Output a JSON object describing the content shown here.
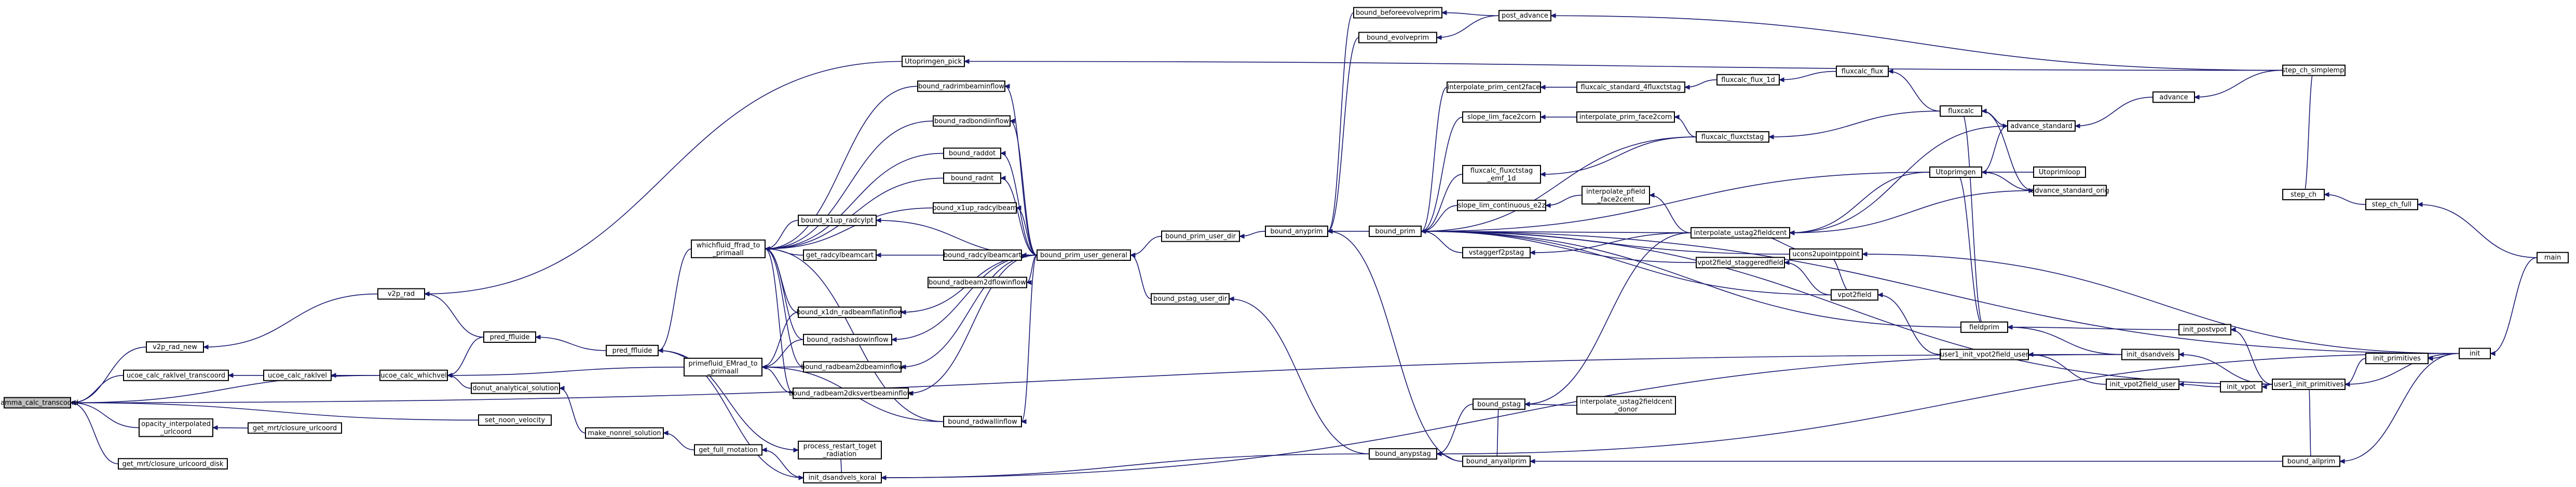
{
  "graph": {
    "root": "gamma_calc_transcoord",
    "style": {
      "edge_color": "#191970",
      "node_fill": "#ffffff",
      "root_fill": "#bfbfbf",
      "border": "#000000"
    },
    "nodes": [
      {
        "id": "gamma_calc_transcoord",
        "lines": [
          "gamma_calc_transcoord"
        ]
      },
      {
        "id": "v2p_rad_new",
        "lines": [
          "v2p_rad_new"
        ]
      },
      {
        "id": "ucoe_calc_raklvel_transcoord",
        "lines": [
          "ucoe_calc_raklvel_transcoord"
        ]
      },
      {
        "id": "opacity_interpolated_urlcoord",
        "lines": [
          "opacity_interpolated",
          "_urlcoord"
        ]
      },
      {
        "id": "get_mrt_closure_urlcoord",
        "lines": [
          "get_mrt/closure_urlcoord"
        ]
      },
      {
        "id": "get_mrt_closure_urlcoord_disk",
        "lines": [
          "get_mrt/closure_urlcoord_disk"
        ]
      },
      {
        "id": "ucoe_calc_raklvel",
        "lines": [
          "ucoe_calc_raklvel"
        ]
      },
      {
        "id": "ucoe_calc_whichvel",
        "lines": [
          "ucoe_calc_whichvel"
        ]
      },
      {
        "id": "v2p_rad",
        "lines": [
          "v2p_rad"
        ]
      },
      {
        "id": "Utoprimgen_pick",
        "lines": [
          "Utoprimgen_pick"
        ]
      },
      {
        "id": "pred_ffluide",
        "lines": [
          "pred_ffluide"
        ]
      },
      {
        "id": "donut_analytical_solution",
        "lines": [
          "donut_analytical_solution"
        ]
      },
      {
        "id": "set_noon_velocity",
        "lines": [
          "set_noon_velocity"
        ]
      },
      {
        "id": "whichfluid_ffrad_to_primaall",
        "lines": [
          "whichfluid_ffrad_to",
          "_primaall"
        ]
      },
      {
        "id": "primefluid_EMrad_to_primaall",
        "lines": [
          "primefluid_EMrad_to",
          "_primaall"
        ]
      },
      {
        "id": "pred_ffluide2",
        "lines": [
          "pred_ffluide"
        ]
      },
      {
        "id": "make_nonrel_solution",
        "lines": [
          "make_nonrel_solution"
        ]
      },
      {
        "id": "get_full_rnotation",
        "lines": [
          "get_full_rnotation"
        ]
      },
      {
        "id": "process_restart_toget_radiation",
        "lines": [
          "process_restart_toget",
          "_radiation"
        ]
      },
      {
        "id": "init_dsandvels_koral",
        "lines": [
          "init_dsandvels_koral"
        ]
      },
      {
        "id": "bound_radrimbeaminflow",
        "lines": [
          "bound_radrimbeaminflow"
        ]
      },
      {
        "id": "bound_radbondiinflow",
        "lines": [
          "bound_radbondiinflow"
        ]
      },
      {
        "id": "bound_raddot",
        "lines": [
          "bound_raddot"
        ]
      },
      {
        "id": "bound_radnt",
        "lines": [
          "bound_radnt"
        ]
      },
      {
        "id": "bound_x1up_radcylbeam",
        "lines": [
          "bound_x1up_radcylbeam"
        ]
      },
      {
        "id": "bound_x1up_radcylpt",
        "lines": [
          "bound_x1up_radcylpt"
        ]
      },
      {
        "id": "get_radcylbeamcart",
        "lines": [
          "get_radcylbeamcart"
        ]
      },
      {
        "id": "bound_radcylbeamcart",
        "lines": [
          "bound_radcylbeamcart"
        ]
      },
      {
        "id": "bound_radbeam2dflowinflow",
        "lines": [
          "bound_radbeam2dflowinflow"
        ]
      },
      {
        "id": "bound_x1dn_radbeamflatinflow",
        "lines": [
          "bound_x1dn_radbeamflatinflow"
        ]
      },
      {
        "id": "bound_radshadowinflow",
        "lines": [
          "bound_radshadowinflow"
        ]
      },
      {
        "id": "bound_radbeam2dbeaminflow",
        "lines": [
          "bound_radbeam2dbeaminflow"
        ]
      },
      {
        "id": "bound_radbeam2dksvertbeaminflow",
        "lines": [
          "bound_radbeam2dksvertbeaminflow"
        ]
      },
      {
        "id": "bound_radwallinflow",
        "lines": [
          "bound_radwallinflow"
        ]
      },
      {
        "id": "bound_prim_user_general",
        "lines": [
          "bound_prim_user_general"
        ]
      },
      {
        "id": "bound_prim_user_dir",
        "lines": [
          "bound_prim_user_dir"
        ]
      },
      {
        "id": "bound_pstag_user_dir",
        "lines": [
          "bound_pstag_user_dir"
        ]
      },
      {
        "id": "bound_beforeevolveprim",
        "lines": [
          "bound_beforeevolveprim"
        ]
      },
      {
        "id": "bound_evolveprim",
        "lines": [
          "bound_evolveprim"
        ]
      },
      {
        "id": "bound_anyprim",
        "lines": [
          "bound_anyprim"
        ]
      },
      {
        "id": "bound_prim",
        "lines": [
          "bound_prim"
        ]
      },
      {
        "id": "post_advance",
        "lines": [
          "post_advance"
        ]
      },
      {
        "id": "interpolate_prim_cent2face",
        "lines": [
          "interpolate_prim_cent2face"
        ]
      },
      {
        "id": "slope_lim_face2corn",
        "lines": [
          "slope_lim_face2corn"
        ]
      },
      {
        "id": "fluxcalc_fluxctstag_emf_1d",
        "lines": [
          "fluxcalc_fluxctstag",
          "_emf_1d"
        ]
      },
      {
        "id": "slope_lim_continuous_e2z",
        "lines": [
          "slope_lim_continuous_e2z"
        ]
      },
      {
        "id": "vstaggerf2pstag",
        "lines": [
          "vstaggerf2pstag"
        ]
      },
      {
        "id": "fluxcalc_standard_4fluxctstag",
        "lines": [
          "fluxcalc_standard_4fluxctstag"
        ]
      },
      {
        "id": "interpolate_prim_face2corn",
        "lines": [
          "interpolate_prim_face2corn"
        ]
      },
      {
        "id": "interpolate_pfield_face2cent",
        "lines": [
          "interpolate_pfield",
          "_face2cent"
        ]
      },
      {
        "id": "interpolate_ustag2fieldcent",
        "lines": [
          "interpolate_ustag2fieldcent"
        ]
      },
      {
        "id": "vpot2field_staggeredfield",
        "lines": [
          "vpot2field_staggeredfield"
        ]
      },
      {
        "id": "fluxcalc_flux_1d",
        "lines": [
          "fluxcalc_flux_1d"
        ]
      },
      {
        "id": "fluxcalc_flux",
        "lines": [
          "fluxcalc_flux"
        ]
      },
      {
        "id": "fluxcalc_fluxctstag",
        "lines": [
          "fluxcalc_fluxctstag"
        ]
      },
      {
        "id": "fluxcalc",
        "lines": [
          "fluxcalc"
        ]
      },
      {
        "id": "advance_standard",
        "lines": [
          "advance_standard"
        ]
      },
      {
        "id": "advance",
        "lines": [
          "advance"
        ]
      },
      {
        "id": "step_ch_simplempi",
        "lines": [
          "step_ch_simplempi"
        ]
      },
      {
        "id": "Utoprimgen",
        "lines": [
          "Utoprimgen"
        ]
      },
      {
        "id": "Utoprimloop",
        "lines": [
          "Utoprimloop"
        ]
      },
      {
        "id": "advance_standard_orig",
        "lines": [
          "advance_standard_orig"
        ]
      },
      {
        "id": "ucons2upointppoint",
        "lines": [
          "ucons2upointppoint"
        ]
      },
      {
        "id": "vpot2field",
        "lines": [
          "vpot2field"
        ]
      },
      {
        "id": "fieldprim",
        "lines": [
          "fieldprim"
        ]
      },
      {
        "id": "user1_init_vpot2field_user",
        "lines": [
          "user1_init_vpot2field_user"
        ]
      },
      {
        "id": "init_vpot2field_user",
        "lines": [
          "init_vpot2field_user"
        ]
      },
      {
        "id": "init_dsandvels",
        "lines": [
          "init_dsandvels"
        ]
      },
      {
        "id": "init_postvpot",
        "lines": [
          "init_postvpot"
        ]
      },
      {
        "id": "init_vpot",
        "lines": [
          "init_vpot"
        ]
      },
      {
        "id": "user1_init_primitives",
        "lines": [
          "user1_init_primitives"
        ]
      },
      {
        "id": "init_primitives",
        "lines": [
          "init_primitives"
        ]
      },
      {
        "id": "init",
        "lines": [
          "init"
        ]
      },
      {
        "id": "main",
        "lines": [
          "main"
        ]
      },
      {
        "id": "step_ch",
        "lines": [
          "step_ch"
        ]
      },
      {
        "id": "step_ch_full",
        "lines": [
          "step_ch_full"
        ]
      },
      {
        "id": "bound_pstag",
        "lines": [
          "bound_pstag"
        ]
      },
      {
        "id": "interpolate_ustag2fieldcent_donor",
        "lines": [
          "interpolate_ustag2fieldcent",
          "_donor"
        ]
      },
      {
        "id": "bound_anypstag",
        "lines": [
          "bound_anypstag"
        ]
      },
      {
        "id": "bound_anyallprim",
        "lines": [
          "bound_anyallprim"
        ]
      },
      {
        "id": "bound_allprim",
        "lines": [
          "bound_allprim"
        ]
      }
    ],
    "edges": [
      [
        "v2p_rad_new",
        "gamma_calc_transcoord"
      ],
      [
        "ucoe_calc_raklvel_transcoord",
        "gamma_calc_transcoord"
      ],
      [
        "opacity_interpolated_urlcoord",
        "gamma_calc_transcoord"
      ],
      [
        "get_mrt_closure_urlcoord_disk",
        "gamma_calc_transcoord"
      ],
      [
        "set_noon_velocity",
        "gamma_calc_transcoord"
      ],
      [
        "init_dsandvels",
        "gamma_calc_transcoord"
      ],
      [
        "ucoe_calc_whichvel",
        "gamma_calc_transcoord"
      ],
      [
        "v2p_rad",
        "v2p_rad_new"
      ],
      [
        "get_mrt_closure_urlcoord",
        "opacity_interpolated_urlcoord"
      ],
      [
        "ucoe_calc_raklvel",
        "ucoe_calc_raklvel_transcoord"
      ],
      [
        "ucoe_calc_whichvel",
        "ucoe_calc_raklvel"
      ],
      [
        "pred_ffluide",
        "ucoe_calc_whichvel"
      ],
      [
        "donut_analytical_solution",
        "ucoe_calc_whichvel"
      ],
      [
        "primefluid_EMrad_to_primaall",
        "ucoe_calc_whichvel"
      ],
      [
        "pred_ffluide",
        "v2p_rad"
      ],
      [
        "Utoprimgen_pick",
        "v2p_rad"
      ],
      [
        "step_ch_simplempi",
        "Utoprimgen_pick"
      ],
      [
        "pred_ffluide2",
        "pred_ffluide"
      ],
      [
        "whichfluid_ffrad_to_primaall",
        "pred_ffluide2"
      ],
      [
        "make_nonrel_solution",
        "donut_analytical_solution"
      ],
      [
        "get_full_rnotation",
        "make_nonrel_solution"
      ],
      [
        "init_dsandvels_koral",
        "get_full_rnotation"
      ],
      [
        "init_dsandvels_koral",
        "process_restart_toget_radiation"
      ],
      [
        "pred_ffluide2",
        "init_dsandvels_koral"
      ],
      [
        "pred_ffluide2",
        "process_restart_toget_radiation"
      ],
      [
        "bound_radrimbeaminflow",
        "whichfluid_ffrad_to_primaall"
      ],
      [
        "bound_radbondiinflow",
        "whichfluid_ffrad_to_primaall"
      ],
      [
        "bound_raddot",
        "whichfluid_ffrad_to_primaall"
      ],
      [
        "bound_radnt",
        "whichfluid_ffrad_to_primaall"
      ],
      [
        "bound_x1up_radcylbeam",
        "whichfluid_ffrad_to_primaall"
      ],
      [
        "bound_x1up_radcylpt",
        "whichfluid_ffrad_to_primaall"
      ],
      [
        "get_radcylbeamcart",
        "whichfluid_ffrad_to_primaall"
      ],
      [
        "bound_x1dn_radbeamflatinflow",
        "whichfluid_ffrad_to_primaall"
      ],
      [
        "bound_radshadowinflow",
        "whichfluid_ffrad_to_primaall"
      ],
      [
        "bound_radbeam2dbeaminflow",
        "whichfluid_ffrad_to_primaall"
      ],
      [
        "bound_radbeam2dksvertbeaminflow",
        "whichfluid_ffrad_to_primaall"
      ],
      [
        "bound_radwallinflow",
        "whichfluid_ffrad_to_primaall"
      ],
      [
        "bound_x1dn_radbeamflatinflow",
        "primefluid_EMrad_to_primaall"
      ],
      [
        "bound_radshadowinflow",
        "primefluid_EMrad_to_primaall"
      ],
      [
        "bound_radbeam2dbeaminflow",
        "primefluid_EMrad_to_primaall"
      ],
      [
        "bound_radbeam2dksvertbeaminflow",
        "primefluid_EMrad_to_primaall"
      ],
      [
        "bound_radwallinflow",
        "primefluid_EMrad_to_primaall"
      ],
      [
        "bound_radcylbeamcart",
        "get_radcylbeamcart"
      ],
      [
        "bound_prim_user_general",
        "bound_radrimbeaminflow"
      ],
      [
        "bound_prim_user_general",
        "bound_radbondiinflow"
      ],
      [
        "bound_prim_user_general",
        "bound_raddot"
      ],
      [
        "bound_prim_user_general",
        "bound_radnt"
      ],
      [
        "bound_prim_user_general",
        "bound_x1up_radcylbeam"
      ],
      [
        "bound_prim_user_general",
        "bound_x1up_radcylpt"
      ],
      [
        "bound_prim_user_general",
        "bound_radcylbeamcart"
      ],
      [
        "bound_prim_user_general",
        "bound_radbeam2dflowinflow"
      ],
      [
        "bound_prim_user_general",
        "bound_x1dn_radbeamflatinflow"
      ],
      [
        "bound_prim_user_general",
        "bound_radshadowinflow"
      ],
      [
        "bound_prim_user_general",
        "bound_radbeam2dbeaminflow"
      ],
      [
        "bound_prim_user_general",
        "bound_radbeam2dksvertbeaminflow"
      ],
      [
        "bound_prim_user_general",
        "bound_radwallinflow"
      ],
      [
        "bound_prim_user_dir",
        "bound_prim_user_general"
      ],
      [
        "bound_pstag_user_dir",
        "bound_prim_user_general"
      ],
      [
        "bound_anyprim",
        "bound_prim_user_dir"
      ],
      [
        "bound_anypstag",
        "bound_pstag_user_dir"
      ],
      [
        "bound_prim",
        "bound_anyprim"
      ],
      [
        "bound_beforeevolveprim",
        "bound_anyprim"
      ],
      [
        "bound_evolveprim",
        "bound_anyprim"
      ],
      [
        "post_advance",
        "bound_beforeevolveprim"
      ],
      [
        "post_advance",
        "bound_evolveprim"
      ],
      [
        "step_ch_simplempi",
        "post_advance"
      ],
      [
        "bound_anyallprim",
        "bound_anyprim"
      ],
      [
        "interpolate_prim_cent2face",
        "bound_prim"
      ],
      [
        "slope_lim_face2corn",
        "bound_prim"
      ],
      [
        "fluxcalc_fluxctstag_emf_1d",
        "bound_prim"
      ],
      [
        "slope_lim_continuous_e2z",
        "bound_prim"
      ],
      [
        "vstaggerf2pstag",
        "bound_prim"
      ],
      [
        "interpolate_ustag2fieldcent",
        "bound_prim"
      ],
      [
        "vpot2field_staggeredfield",
        "bound_prim"
      ],
      [
        "vpot2field",
        "bound_prim"
      ],
      [
        "ucons2upointppoint",
        "bound_prim"
      ],
      [
        "Utoprimgen",
        "bound_prim"
      ],
      [
        "fieldprim",
        "bound_prim"
      ],
      [
        "init",
        "bound_prim"
      ],
      [
        "fluxcalc_fluxctstag",
        "bound_prim"
      ],
      [
        "user1_init_primitives",
        "bound_prim"
      ],
      [
        "fluxcalc_standard_4fluxctstag",
        "interpolate_prim_cent2face"
      ],
      [
        "interpolate_prim_face2corn",
        "slope_lim_face2corn"
      ],
      [
        "fluxcalc_fluxctstag",
        "fluxcalc_fluxctstag_emf_1d"
      ],
      [
        "interpolate_pfield_face2cent",
        "slope_lim_continuous_e2z"
      ],
      [
        "interpolate_ustag2fieldcent",
        "interpolate_pfield_face2cent"
      ],
      [
        "interpolate_ustag2fieldcent",
        "vstaggerf2pstag"
      ],
      [
        "fluxcalc_flux_1d",
        "fluxcalc_standard_4fluxctstag"
      ],
      [
        "fluxcalc_flux",
        "fluxcalc_flux_1d"
      ],
      [
        "fluxcalc",
        "fluxcalc_flux"
      ],
      [
        "fluxcalc_fluxctstag",
        "interpolate_prim_face2corn"
      ],
      [
        "fluxcalc",
        "fluxcalc_fluxctstag"
      ],
      [
        "advance_standard",
        "fluxcalc"
      ],
      [
        "advance_standard_orig",
        "fluxcalc"
      ],
      [
        "advance",
        "advance_standard"
      ],
      [
        "step_ch_simplempi",
        "advance"
      ],
      [
        "Utoprimgen",
        "advance_standard"
      ],
      [
        "Utoprimgen",
        "advance_standard_orig"
      ],
      [
        "Utoprimloop",
        "Utoprimgen"
      ],
      [
        "Utoprimgen",
        "interpolate_ustag2fieldcent"
      ],
      [
        "advance_standard",
        "interpolate_ustag2fieldcent"
      ],
      [
        "advance_standard_orig",
        "interpolate_ustag2fieldcent"
      ],
      [
        "ucons2upointppoint",
        "interpolate_ustag2fieldcent"
      ],
      [
        "vpot2field",
        "ucons2upointppoint"
      ],
      [
        "init",
        "ucons2upointppoint"
      ],
      [
        "fieldprim",
        "Utoprimgen"
      ],
      [
        "fieldprim",
        "fluxcalc"
      ],
      [
        "vpot2field",
        "vpot2field_staggeredfield"
      ],
      [
        "user1_init_vpot2field_user",
        "vpot2field"
      ],
      [
        "init_vpot2field_user",
        "user1_init_vpot2field_user"
      ],
      [
        "init_vpot",
        "init_vpot2field_user"
      ],
      [
        "init_dsandvels",
        "fieldprim"
      ],
      [
        "init_postvpot",
        "fieldprim"
      ],
      [
        "user1_init_primitives",
        "init_dsandvels"
      ],
      [
        "user1_init_primitives",
        "init_postvpot"
      ],
      [
        "user1_init_primitives",
        "init_vpot"
      ],
      [
        "init_primitives",
        "user1_init_primitives"
      ],
      [
        "init",
        "init_primitives"
      ],
      [
        "init",
        "user1_init_primitives"
      ],
      [
        "main",
        "init"
      ],
      [
        "step_ch",
        "step_ch_simplempi"
      ],
      [
        "step_ch_full",
        "step_ch"
      ],
      [
        "main",
        "step_ch_full"
      ],
      [
        "interpolate_ustag2fieldcent_donor",
        "bound_pstag"
      ],
      [
        "interpolate_ustag2fieldcent",
        "bound_pstag"
      ],
      [
        "bound_pstag",
        "bound_anypstag"
      ],
      [
        "bound_anyallprim",
        "bound_anypstag"
      ],
      [
        "bound_allprim",
        "bound_anyallprim"
      ],
      [
        "user1_init_primitives",
        "bound_allprim"
      ],
      [
        "init",
        "bound_allprim"
      ],
      [
        "init",
        "bound_anypstag"
      ],
      [
        "bound_anypstag",
        "init_dsandvels_koral"
      ],
      [
        "bound_anyallprim",
        "bound_pstag"
      ],
      [
        "init_dsandvels",
        "init_dsandvels_koral"
      ]
    ]
  }
}
